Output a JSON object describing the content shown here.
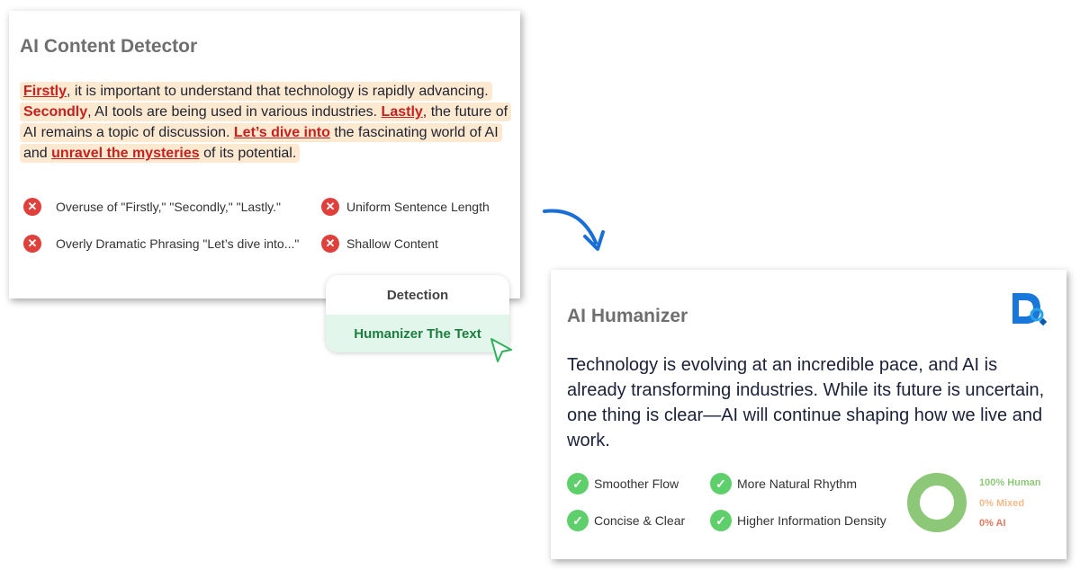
{
  "detector": {
    "title": "AI Content Detector",
    "segments": [
      {
        "t": "Firstly",
        "f": true
      },
      {
        "t": ", it is important to understand that technology is rapidly advancing. "
      },
      {
        "t": "Secondly",
        "f": true,
        "nu": true
      },
      {
        "t": ", AI tools are being used in various industries. "
      },
      {
        "t": "Lastly",
        "f": true
      },
      {
        "t": ", the future of AI remains a topic of discussion. "
      },
      {
        "t": "Let’s dive into",
        "f": true
      },
      {
        "t": " the fascinating world of AI and "
      },
      {
        "t": "unravel the mysteries",
        "f": true
      },
      {
        "t": " of its potential."
      }
    ],
    "issues": [
      "Overuse of \"Firstly,\" \"Secondly,\" \"Lastly.\"",
      "Uniform Sentence Length",
      "Overly Dramatic Phrasing \"Let’s dive into...\"",
      "Shallow Content"
    ]
  },
  "menu": {
    "detection": "Detection",
    "humanize": "Humanizer The Text"
  },
  "humanizer": {
    "title": "AI Humanizer",
    "text": "Technology is evolving at an incredible pace, and AI is already transforming industries. While its future is uncertain, one thing is clear—AI will continue shaping how we live and work.",
    "benefits": [
      "Smoother Flow",
      "More Natural Rhythm",
      "Concise & Clear",
      "Higher Information Density"
    ],
    "result": {
      "human": "100% Human",
      "mixed": "0% Mixed",
      "ai": "0% AI",
      "human_pct": 100
    },
    "colors": {
      "human": "#8dc878",
      "mixed": "#f5b98a",
      "ai": "#e07a5f"
    }
  }
}
